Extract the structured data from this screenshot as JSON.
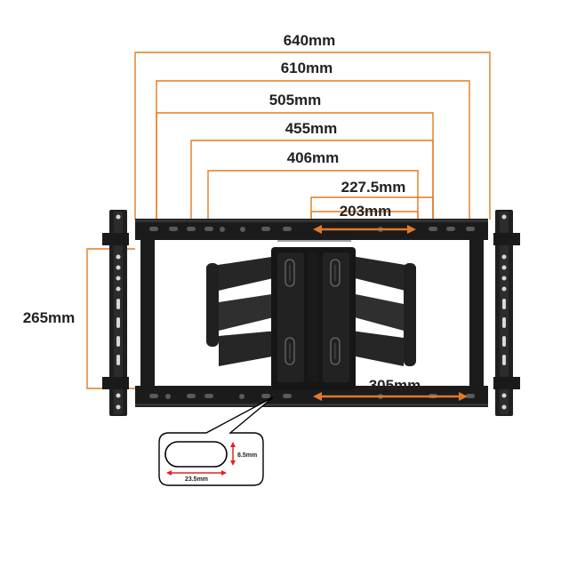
{
  "colors": {
    "dimension_line": "#e07b24",
    "arrow": "#e0792a",
    "callout_arrow": "#e32222",
    "mount_dark": "#1b1b1b",
    "mount_mid": "#2a2a2a",
    "label_text": "#222222"
  },
  "dimensions": {
    "w640": "640mm",
    "w610": "610mm",
    "w505": "505mm",
    "w455": "455mm",
    "w406": "406mm",
    "w227": "227.5mm",
    "w203": "203mm",
    "h265": "265mm",
    "w305": "305mm"
  },
  "slot_callout": {
    "height": "8.5mm",
    "width": "23.5mm"
  }
}
